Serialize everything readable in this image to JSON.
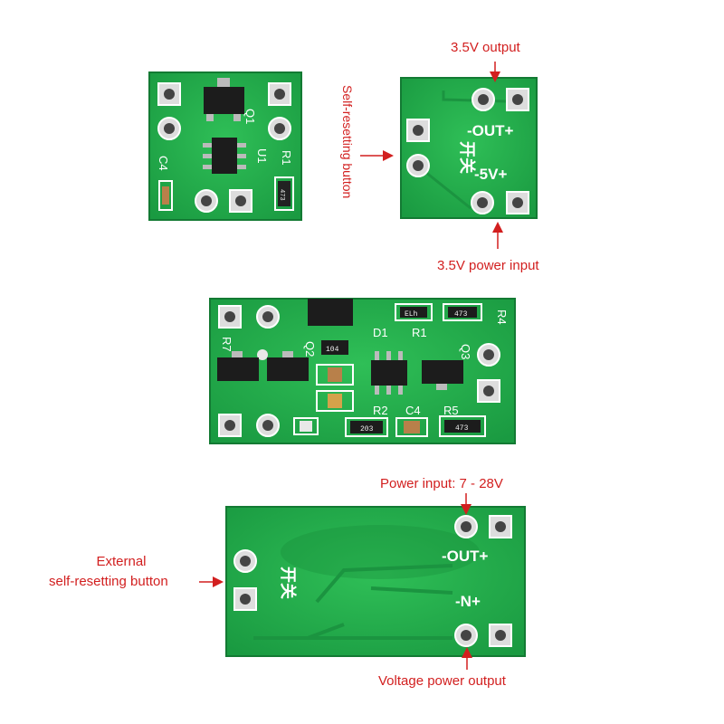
{
  "annotations": {
    "top_output": "3.5V output",
    "top_input": "3.5V power input",
    "top_button": "Self-resetting button",
    "bottom_input": "Power input: 7 - 28V",
    "bottom_output": "Voltage power output",
    "bottom_button_line1": "External",
    "bottom_button_line2": "self-resetting button"
  },
  "board_top_left": {
    "q1": "Q1",
    "u1": "U1",
    "r1": "R1",
    "c4": "C4",
    "resistor_value": "473"
  },
  "board_top_right": {
    "out": "-OUT+",
    "in": "-5V+",
    "switch_glyphs": "开关"
  },
  "board_middle": {
    "d1": "D1",
    "r1": "R1",
    "r2": "R2",
    "r4": "R4",
    "r5": "R5",
    "c4": "C4",
    "q2": "Q2",
    "q3": "Q3",
    "r7": "R7",
    "val_473a": "473",
    "val_473b": "473",
    "val_203": "203",
    "val_104": "104",
    "val_el": "ELh"
  },
  "board_bottom": {
    "out": "-OUT+",
    "in": "-N+",
    "switch_glyphs": "开关"
  },
  "colors": {
    "pcb": "#23a84a",
    "pcb_dark": "#178c3a",
    "label": "#d21f1f",
    "pad": "#c9c9c9"
  }
}
